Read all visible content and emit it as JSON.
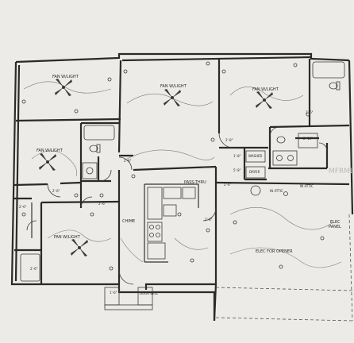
{
  "rooms": {
    "fan_label": "FAN W/LIGHT"
  },
  "labels": {
    "pass_thru": "PASS-THRU",
    "chime": "CHIME",
    "door_bell": "DOOR BELL",
    "elec_for_opener": "ELEC FOR OPENER",
    "elec_panel_1": "ELEC",
    "elec_panel_2": "PANEL",
    "washer": "WASHER",
    "dryer": "DRYER",
    "in_attic_1": "IN ATTIC",
    "in_attic_2": "IN ATTIC",
    "dim_2_6": "2'-6\"",
    "dim_2_8": "2'-8\"",
    "dim_2_10": "2'-10\"",
    "dim_5_8": "5'-8\"",
    "dim_1_8": "1'-8\"",
    "dim_1_6": "1'-6\""
  },
  "watermark": "MFRMLS",
  "colors": {
    "paper": "#ecebe7",
    "ink": "#2a2a2a",
    "wire": "#7a7a7a"
  }
}
